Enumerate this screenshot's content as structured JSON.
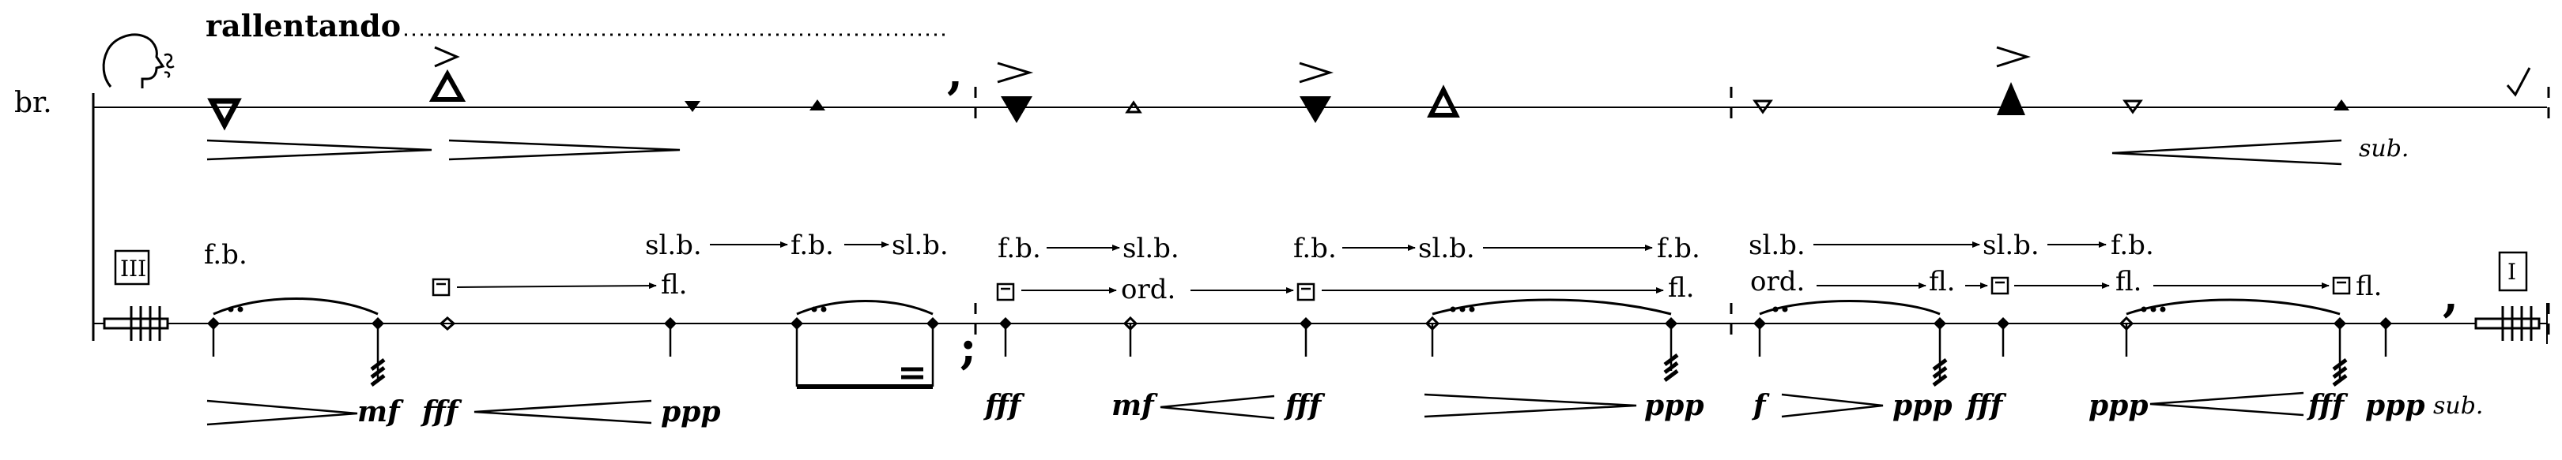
{
  "instrument_label": "br.",
  "tempo_marking": "rallentando",
  "string_indicator_1": "III",
  "string_indicator_2": "I",
  "upper_annotations": [
    "sub."
  ],
  "lower_dynamics": [
    "mf",
    "fff",
    "ppp",
    "fff",
    "mf",
    "fff",
    "ppp",
    "f",
    "ppp",
    "fff",
    "ppp",
    "fff",
    "ppp"
  ],
  "lower_sub": "sub.",
  "bow_positions": {
    "fb_1": "f.b.",
    "g1": [
      "sl.b.",
      "f.b.",
      "sl.b."
    ],
    "fl_1": "fl.",
    "g2": [
      "f.b.",
      "sl.b."
    ],
    "ord_1": "ord.",
    "g3": [
      "f.b.",
      "sl.b.",
      "f.b."
    ],
    "fl_2": "fl.",
    "g4": [
      "sl.b.",
      "sl.b.",
      "f.b."
    ],
    "g5": [
      "ord.",
      "fl.",
      "fl.",
      "fl."
    ]
  }
}
